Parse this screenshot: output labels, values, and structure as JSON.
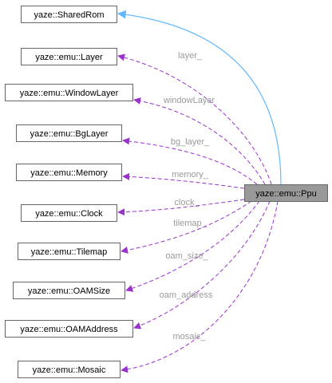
{
  "diagram": {
    "focus": "yaze::emu::Ppu",
    "nodes": [
      {
        "id": "shared-rom",
        "label": "yaze::SharedRom"
      },
      {
        "id": "layer",
        "label": "yaze::emu::Layer"
      },
      {
        "id": "window-layer",
        "label": "yaze::emu::WindowLayer"
      },
      {
        "id": "bg-layer",
        "label": "yaze::emu::BgLayer"
      },
      {
        "id": "memory",
        "label": "yaze::emu::Memory"
      },
      {
        "id": "clock",
        "label": "yaze::emu::Clock"
      },
      {
        "id": "tilemap",
        "label": "yaze::emu::Tilemap"
      },
      {
        "id": "oam-size",
        "label": "yaze::emu::OAMSize"
      },
      {
        "id": "oam-address",
        "label": "yaze::emu::OAMAddress"
      },
      {
        "id": "mosaic",
        "label": "yaze::emu::Mosaic"
      },
      {
        "id": "ppu",
        "label": "yaze::emu::Ppu"
      }
    ],
    "edges": [
      {
        "from": "ppu",
        "to": "shared-rom",
        "style": "inheritance",
        "label": ""
      },
      {
        "from": "ppu",
        "to": "layer",
        "style": "usage",
        "label": "layer_"
      },
      {
        "from": "ppu",
        "to": "window-layer",
        "style": "usage",
        "label": "windowLayer"
      },
      {
        "from": "ppu",
        "to": "bg-layer",
        "style": "usage",
        "label": "bg_layer_"
      },
      {
        "from": "ppu",
        "to": "memory",
        "style": "usage",
        "label": "memory_"
      },
      {
        "from": "ppu",
        "to": "clock",
        "style": "usage",
        "label": "clock_"
      },
      {
        "from": "ppu",
        "to": "tilemap",
        "style": "usage",
        "label": "tilemap_"
      },
      {
        "from": "ppu",
        "to": "oam-size",
        "style": "usage",
        "label": "oam_size_"
      },
      {
        "from": "ppu",
        "to": "oam-address",
        "style": "usage",
        "label": "oam_address"
      },
      {
        "from": "ppu",
        "to": "mosaic",
        "style": "usage",
        "label": "mosaic_"
      }
    ],
    "colors": {
      "usage_edge": "#9a32cd",
      "inheritance_edge": "#63b8ff",
      "focus_fill": "#999999",
      "node_border": "#666666",
      "edge_label": "#9a9a9a"
    }
  }
}
